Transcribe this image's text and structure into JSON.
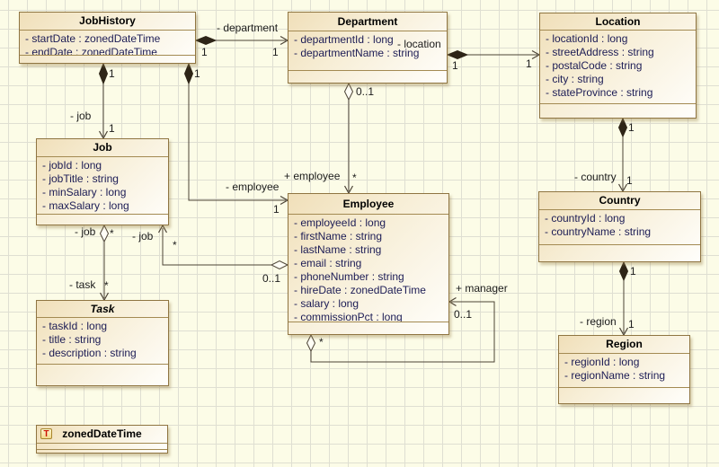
{
  "classes": {
    "job_history": {
      "name": "JobHistory",
      "attributes": [
        "- startDate : zonedDateTime",
        "- endDate : zonedDateTime"
      ]
    },
    "department": {
      "name": "Department",
      "attributes": [
        "- departmentId : long",
        "- departmentName : string"
      ]
    },
    "location": {
      "name": "Location",
      "attributes": [
        "- locationId : long",
        "- streetAddress : string",
        "- postalCode : string",
        "- city : string",
        "- stateProvince : string"
      ]
    },
    "job": {
      "name": "Job",
      "attributes": [
        "- jobId : long",
        "- jobTitle : string",
        "- minSalary : long",
        "- maxSalary : long"
      ]
    },
    "employee": {
      "name": "Employee",
      "attributes": [
        "- employeeId : long",
        "- firstName : string",
        "- lastName : string",
        "- email : string",
        "- phoneNumber : string",
        "- hireDate : zonedDateTime",
        "- salary : long",
        "- commissionPct : long"
      ]
    },
    "country": {
      "name": "Country",
      "attributes": [
        "- countryId : long",
        "- countryName : string"
      ]
    },
    "task": {
      "name": "Task",
      "attributes": [
        "- taskId : long",
        "- title : string",
        "- description : string"
      ]
    },
    "region": {
      "name": "Region",
      "attributes": [
        "- regionId : long",
        "- regionName : string"
      ]
    },
    "zoned_date_time": {
      "name": "zonedDateTime",
      "icon_letter": "T",
      "attributes": []
    }
  },
  "associations": {
    "jh_dept": {
      "name": "- department",
      "src": "1",
      "tgt": "1",
      "kind": "composition"
    },
    "dept_loc": {
      "name": "- location",
      "src": "1",
      "tgt": "1",
      "kind": "composition"
    },
    "jh_job": {
      "name": "- job",
      "src": "1",
      "tgt": "1",
      "kind": "composition"
    },
    "jh_emp": {
      "name": "- employee",
      "src": "1",
      "tgt": "1",
      "kind": "composition"
    },
    "dept_emp": {
      "name": "+ employee",
      "src": "0..1",
      "tgt": "*",
      "kind": "aggregation"
    },
    "loc_country": {
      "name": "- country",
      "src": "1",
      "tgt": "1",
      "kind": "composition"
    },
    "country_region": {
      "name": "- region",
      "src": "1",
      "tgt": "1",
      "kind": "composition"
    },
    "job_task": {
      "src_role": "- job",
      "src": "*",
      "tgt_role": "- task",
      "tgt": "*",
      "kind": "aggregation"
    },
    "emp_job": {
      "name": "- job",
      "src": "0..1",
      "tgt": "*",
      "kind": "aggregation"
    },
    "emp_mgr": {
      "name": "+ manager",
      "src": "*",
      "tgt": "0..1",
      "kind": "aggregation"
    }
  },
  "colors": {
    "background": "#fcfce7",
    "grid_line": "#dfdfd2",
    "class_fill_gradient_start": "#f0dfb9",
    "class_border": "#8f7542",
    "attribute_text": "#1c1c55",
    "edge_stroke": "#4c4336",
    "datatype_icon_letter": "#cc1100"
  }
}
